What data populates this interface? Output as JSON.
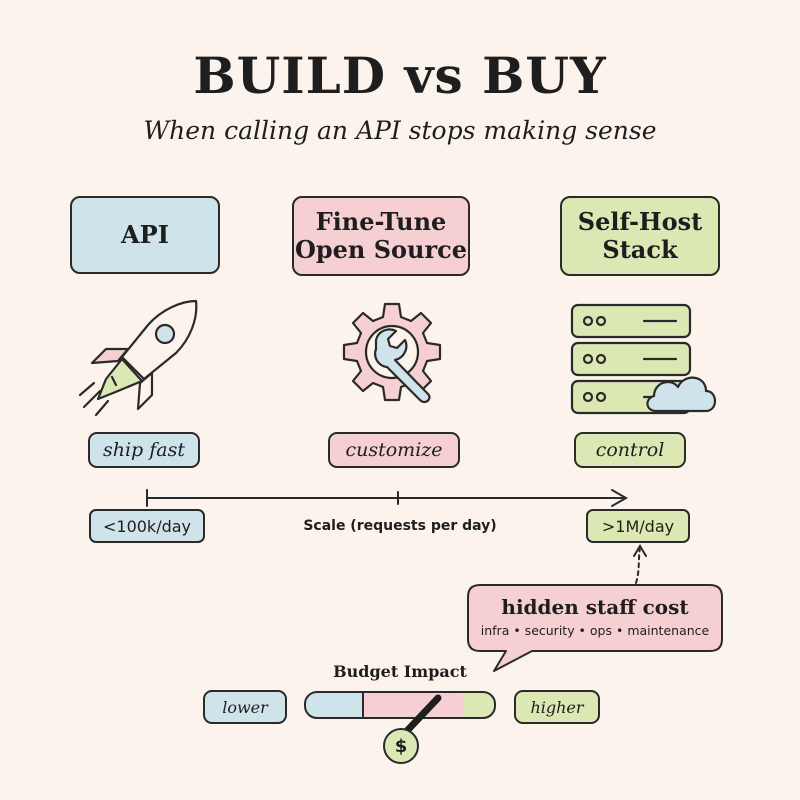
{
  "title": "BUILD vs BUY",
  "subtitle": "When calling an API stops making sense",
  "options": [
    {
      "label": "API",
      "tag": "ship fast",
      "icon": "rocket-icon",
      "color": "#cfe3ea"
    },
    {
      "label": "Fine-Tune\nOpen Source",
      "tag": "customize",
      "icon": "gear-wrench-icon",
      "color": "#f6cfd3"
    },
    {
      "label": "Self-Host\nStack",
      "tag": "control",
      "icon": "server-cloud-icon",
      "color": "#dbe8b3"
    }
  ],
  "scale": {
    "label": "Scale (requests per day)",
    "low": "<100k/day",
    "high": ">1M/day"
  },
  "callout": {
    "title": "hidden staff cost",
    "items": "infra • security • ops • maintenance"
  },
  "budget": {
    "title": "Budget Impact",
    "low": "lower",
    "high": "higher",
    "icon": "dollar-coin-icon",
    "symbol": "$",
    "colors": [
      "#cfe3ea",
      "#f6cfd3",
      "#dbe8b3"
    ]
  }
}
